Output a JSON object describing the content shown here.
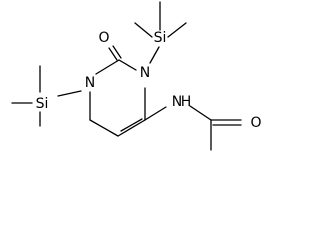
{
  "molecule": {
    "atom_labels": {
      "si_top": "Si",
      "si_left": "Si",
      "n3": "N",
      "n1": "N",
      "o_carbonyl": "O",
      "nh": "N",
      "h_amide": "H",
      "o_amide": "O"
    }
  }
}
